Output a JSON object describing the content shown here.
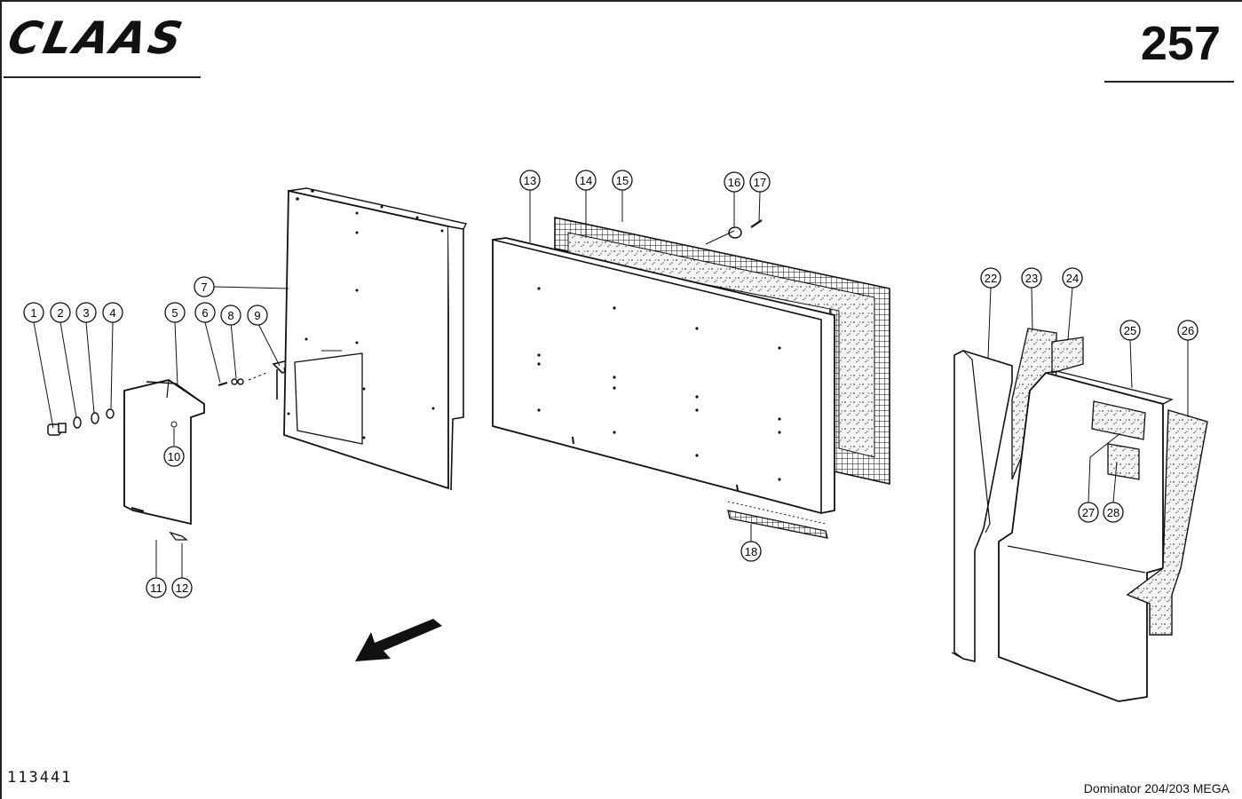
{
  "header": {
    "brand": "CLAAS",
    "page_number": "257"
  },
  "footer": {
    "document_code": "113441",
    "model": "Dominator 204/203 MEGA"
  },
  "callouts": [
    "1",
    "2",
    "3",
    "4",
    "5",
    "6",
    "7",
    "8",
    "9",
    "10",
    "11",
    "12",
    "13",
    "14",
    "15",
    "16",
    "17",
    "18",
    "22",
    "23",
    "24",
    "25",
    "26",
    "27",
    "28"
  ],
  "direction_icon": "arrow-down-left-icon"
}
